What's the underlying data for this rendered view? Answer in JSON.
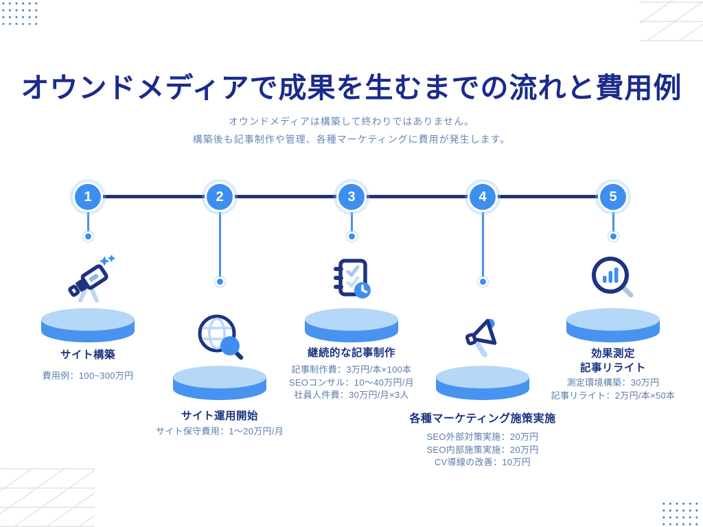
{
  "header": {
    "title": "オウンドメディアで成果を生むまでの流れと費用例",
    "subtitle_line1": "オウンドメディアは構築して終わりではありません。",
    "subtitle_line2": "構築後も記事制作や管理、各種マーケティングに費用が発生します。"
  },
  "colors": {
    "title_navy": "#1a2b8c",
    "step_title_navy": "#1d3382",
    "cost_text_blue": "#5a7cab",
    "timeline_line": "#203176",
    "accent_blue": "#3e8ef0",
    "light_blue": "#b5d7f8",
    "pedestal_side": "#4793ef",
    "dot_pattern": "#4d7ea6"
  },
  "steps": [
    {
      "number": "1",
      "icon": "telescope-icon",
      "title_lines": [
        "サイト構築"
      ],
      "costs": [
        "費用例：100~300万円"
      ]
    },
    {
      "number": "2",
      "icon": "globe-search-icon",
      "title_lines": [
        "サイト運用開始"
      ],
      "costs": [
        "サイト保守費用：1〜20万円/月"
      ]
    },
    {
      "number": "3",
      "icon": "notebook-check-icon",
      "title_lines": [
        "継続的な記事制作"
      ],
      "costs": [
        "記事制作費：3万円/本×100本",
        "SEOコンサル：10〜40万円/月",
        "社員人件費：30万円/月×3人"
      ]
    },
    {
      "number": "4",
      "icon": "megaphone-icon",
      "title_lines": [
        "各種マーケティング施策実施"
      ],
      "costs": [
        "SEO外部対策実施：20万円",
        "SEO内部施策実施：20万円",
        "CV導線の改善：10万円"
      ]
    },
    {
      "number": "5",
      "icon": "magnifier-chart-icon",
      "title_lines": [
        "効果測定",
        "記事リライト"
      ],
      "costs": [
        "測定環境構築：30万円",
        "記事リライト：2万円/本×50本"
      ]
    }
  ]
}
